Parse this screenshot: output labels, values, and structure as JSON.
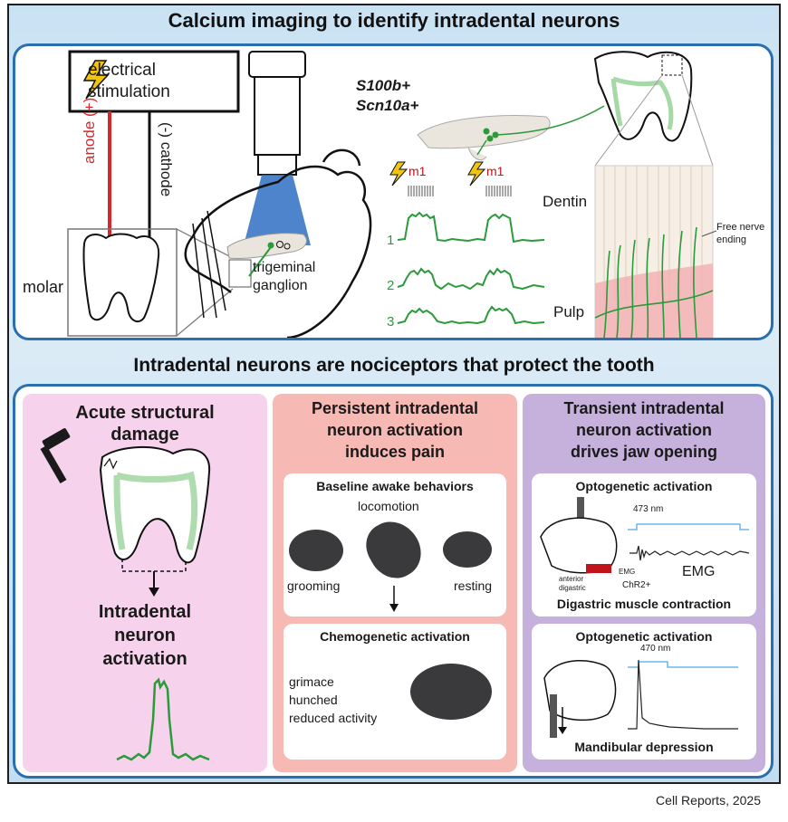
{
  "top_title": "Calcium imaging to identify intradental neurons",
  "stim_label_1": "electrical",
  "stim_label_2": "stimulation",
  "anode": "anode (+)",
  "cathode": "(-) cathode",
  "molar": "molar",
  "trigeminal_1": "trigeminal",
  "trigeminal_2": "ganglion",
  "marker_1": "S100b+",
  "marker_2": "Scn10a+",
  "m1_a": "m1",
  "m1_b": "m1",
  "trace_labels": [
    "1",
    "2",
    "3"
  ],
  "dentin": "Dentin",
  "pulp": "Pulp",
  "free_nerve_1": "Free nerve",
  "free_nerve_2": "ending",
  "middle_title": "Intradental neurons are nociceptors that protect the tooth",
  "col1": {
    "title_1": "Acute structural",
    "title_2": "damage",
    "act_1": "Intradental",
    "act_2": "neuron",
    "act_3": "activation"
  },
  "col2": {
    "title_1": "Persistent intradental",
    "title_2": "neuron activation",
    "title_3": "induces pain",
    "baseline": "Baseline awake behaviors",
    "locomotion": "locomotion",
    "grooming": "grooming",
    "resting": "resting",
    "chemo": "Chemogenetic activation",
    "effect_1": "grimace",
    "effect_2": "hunched",
    "effect_3": "reduced activity"
  },
  "col3": {
    "title_1": "Transient intradental",
    "title_2": "neuron activation",
    "title_3": "drives jaw opening",
    "opto_1": "Optogenetic activation",
    "nm_1": "473 nm",
    "emg_small": "EMG",
    "chr2": "ChR2+",
    "anterior": "anterior",
    "digastric": "digastric",
    "emg": "EMG",
    "result_1": "Digastric muscle contraction",
    "opto_2": "Optogenetic activation",
    "nm_2": "470 nm",
    "result_2": "Mandibular depression"
  },
  "footer": "Cell Reports, 2025",
  "colors": {
    "frame_blue": "#2a6fb0",
    "pink": "#f6d2ec",
    "salmon": "#f7b9b4",
    "purple": "#c5b1dc",
    "trace_green": "#2b9a3a",
    "anode_red": "#d8262b"
  }
}
